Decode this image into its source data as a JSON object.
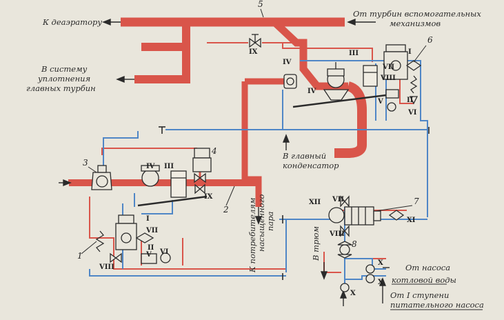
{
  "colors": {
    "steam": "#d9554a",
    "steam_dark": "#b23a30",
    "water": "#4f86c6",
    "line": "#2b2b2b",
    "paper": "#e9e6dc"
  },
  "labels": {
    "to_deaerator": "К деаэратору",
    "from_aux_turbines_1": "От турбин вспомогательных",
    "from_aux_turbines_2": "механизмов",
    "to_seal_1": "В систему",
    "to_seal_2": "уплотнения",
    "to_seal_3": "главных турбин",
    "to_main_condenser_1": "В главный",
    "to_main_condenser_2": "конденсатор",
    "to_consumers_1": "К потребителям",
    "to_consumers_2": "насыщенного",
    "to_consumers_3": "пара",
    "to_hold": "В трюм",
    "from_pump_1": "От насоса",
    "from_pump_2": "котловой воды",
    "from_feed_pump_1": "От I ступени",
    "from_feed_pump_2": "питательного насоса"
  },
  "numbers": {
    "n1": "1",
    "n2": "2",
    "n3": "3",
    "n4": "4",
    "n5": "5",
    "n6": "6",
    "n7": "7",
    "n8": "8"
  },
  "roman": {
    "I": "I",
    "II": "II",
    "III": "III",
    "IV": "IV",
    "V": "V",
    "VI": "VI",
    "VII": "VII",
    "VIII": "VIII",
    "IX": "IX",
    "X": "X",
    "XI": "XI",
    "XII": "XII"
  }
}
